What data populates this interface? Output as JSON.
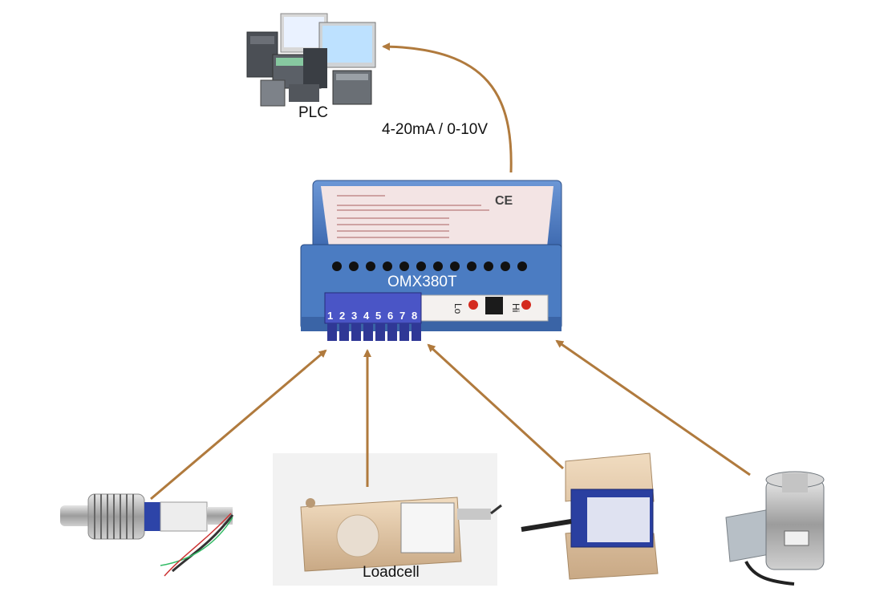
{
  "labels": {
    "plc": "PLC",
    "signal": "4-20mA / 0-10V",
    "device": "OMX380T",
    "loadcell": "Loadcell"
  },
  "device": {
    "ce_mark": "CE",
    "lo_label": "Lo",
    "hi_label": "Hi",
    "terminals": [
      "1",
      "2",
      "3",
      "4",
      "5",
      "6",
      "7",
      "8"
    ]
  },
  "colors": {
    "arrow": "#b07a3d",
    "housing": "#3f6fb5",
    "terminal_block": "#4a55c6",
    "label_sticker": "#f3e4e4",
    "button_red": "#d42a1e"
  }
}
